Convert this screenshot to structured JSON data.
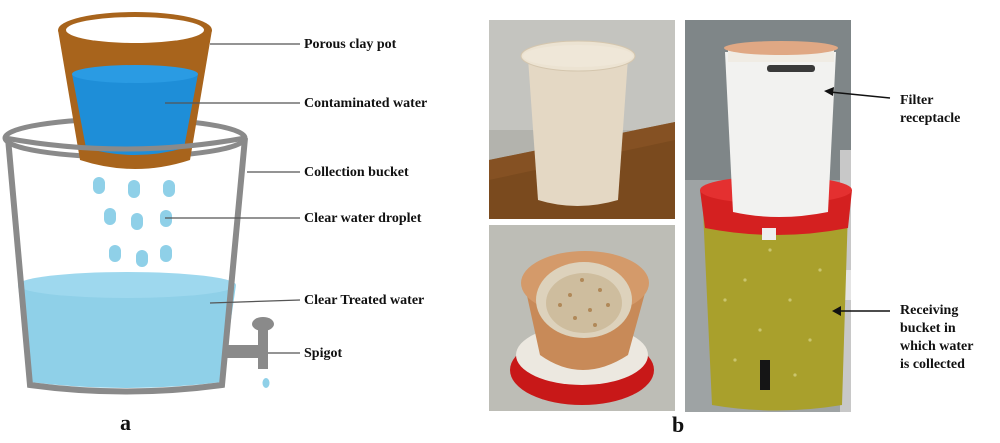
{
  "panel_a": {
    "letter": "a",
    "labels": {
      "porous_clay_pot": "Porous clay pot",
      "contaminated_water": "Contaminated water",
      "collection_bucket": "Collection bucket",
      "clear_water_droplet": "Clear water droplet",
      "clear_treated_water": "Clear Treated water",
      "spigot": "Spigot"
    }
  },
  "panel_b": {
    "letter": "b",
    "labels": {
      "filter_receptacle": [
        "Filter",
        "receptacle"
      ],
      "receiving_bucket": [
        "Receiving",
        "bucket in",
        "which water",
        "is collected"
      ]
    }
  },
  "colors": {
    "clay": "#a8641c",
    "contaminated_water": "#1e8ed8",
    "treated_water": "#8fd0e8",
    "bucket_outline": "#8a8a8a",
    "photo_wall": "#a9a9a3",
    "bucket_yellow": "#a8a028",
    "bucket_red": "#d42020"
  }
}
